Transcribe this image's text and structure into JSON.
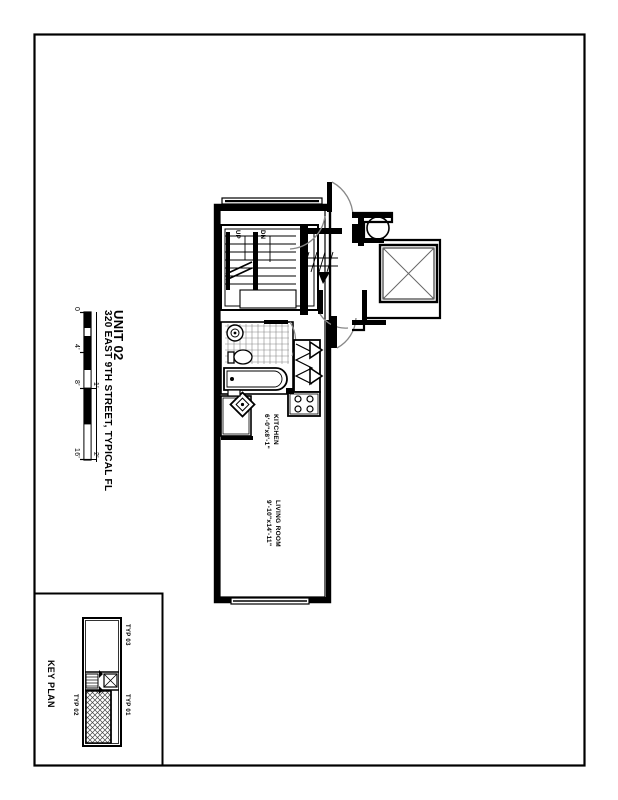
{
  "sheet": {
    "background_color": "#ffffff",
    "border_color": "#000000",
    "ink_color": "#000000",
    "hatch_color": "#555555"
  },
  "title_block": {
    "unit_label": "UNIT 02",
    "address_label": "320 EAST 9TH STREET, TYPICAL FL"
  },
  "scale_bar": {
    "ticks_major": [
      "0",
      "4'",
      "8'",
      "16'"
    ],
    "ticks_minor": [
      "1'",
      "2'"
    ]
  },
  "floor_plan": {
    "rooms": [
      {
        "name": "KITCHEN",
        "dimensions": "6'-0\"x8'-1\""
      },
      {
        "name": "LIVING ROOM",
        "dimensions": "9'-10\"x14'-11\""
      }
    ],
    "stair_labels": [
      "UP",
      "DN"
    ],
    "elevator_name": "elevator-shaft"
  },
  "key_plan": {
    "title": "KEY PLAN",
    "units": [
      {
        "label": "TYP 03",
        "highlighted": false
      },
      {
        "label": "TYP 01",
        "highlighted": false
      },
      {
        "label": "TYP 02",
        "highlighted": true
      }
    ]
  }
}
